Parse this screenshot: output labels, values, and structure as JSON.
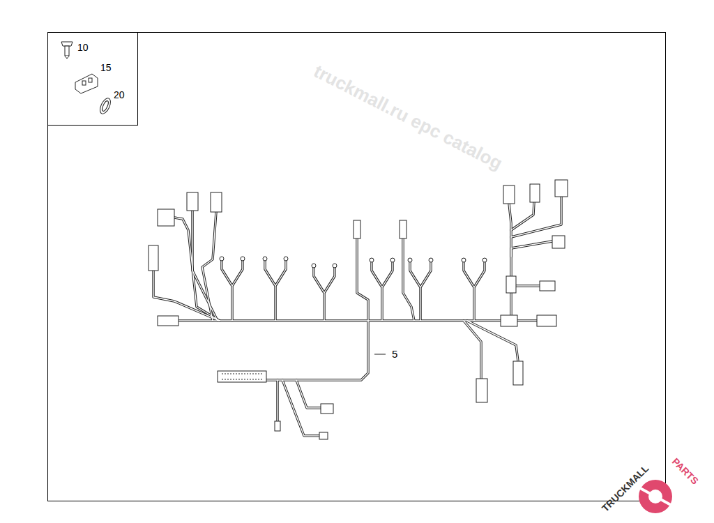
{
  "diagram": {
    "nodes": [
      {
        "text": [
          "10",
          "15",
          "20"
        ]
      }
    ],
    "labels": [
      "5",
      "truckmall.ru epc catalog",
      "TRUCKMALL",
      "PARTS"
    ]
  }
}
